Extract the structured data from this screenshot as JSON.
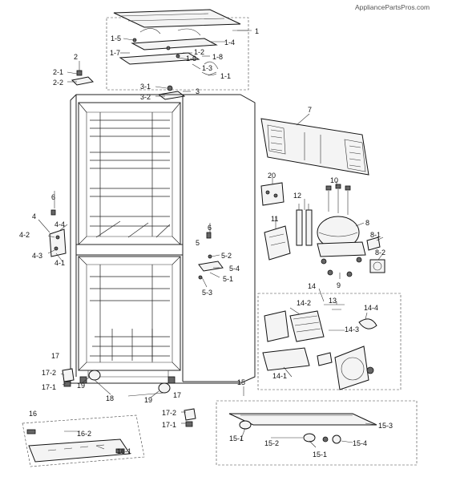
{
  "watermark": "AppliancePartsPros.com",
  "labels": [
    {
      "id": "l1",
      "text": "1"
    },
    {
      "id": "l1_1",
      "text": "1-1"
    },
    {
      "id": "l1_2",
      "text": "1-2"
    },
    {
      "id": "l1_3",
      "text": "1-3"
    },
    {
      "id": "l1_4",
      "text": "1-4"
    },
    {
      "id": "l1_5",
      "text": "1-5"
    },
    {
      "id": "l1_6",
      "text": "1-6"
    },
    {
      "id": "l1_7",
      "text": "1-7"
    },
    {
      "id": "l1_8",
      "text": "1-8"
    },
    {
      "id": "l2",
      "text": "2"
    },
    {
      "id": "l2_1",
      "text": "2-1"
    },
    {
      "id": "l2_2",
      "text": "2-2"
    },
    {
      "id": "l3",
      "text": "3"
    },
    {
      "id": "l3_1",
      "text": "3-1"
    },
    {
      "id": "l3_2",
      "text": "3-2"
    },
    {
      "id": "l4",
      "text": "4"
    },
    {
      "id": "l4_1",
      "text": "4-1"
    },
    {
      "id": "l4_2",
      "text": "4-2"
    },
    {
      "id": "l4_3",
      "text": "4-3"
    },
    {
      "id": "l4_4",
      "text": "4-4"
    },
    {
      "id": "l5",
      "text": "5"
    },
    {
      "id": "l5_1",
      "text": "5-1"
    },
    {
      "id": "l5_2",
      "text": "5-2"
    },
    {
      "id": "l5_3",
      "text": "5-3"
    },
    {
      "id": "l5_4",
      "text": "5-4"
    },
    {
      "id": "l6a",
      "text": "6"
    },
    {
      "id": "l6b",
      "text": "6"
    },
    {
      "id": "l7",
      "text": "7"
    },
    {
      "id": "l8",
      "text": "8"
    },
    {
      "id": "l8_1",
      "text": "8-1"
    },
    {
      "id": "l8_2",
      "text": "8-2"
    },
    {
      "id": "l9",
      "text": "9"
    },
    {
      "id": "l10",
      "text": "10"
    },
    {
      "id": "l11",
      "text": "11"
    },
    {
      "id": "l12",
      "text": "12"
    },
    {
      "id": "l13",
      "text": "13"
    },
    {
      "id": "l14",
      "text": "14"
    },
    {
      "id": "l14_1",
      "text": "14-1"
    },
    {
      "id": "l14_2",
      "text": "14-2"
    },
    {
      "id": "l14_3",
      "text": "14-3"
    },
    {
      "id": "l14_4",
      "text": "14-4"
    },
    {
      "id": "l15",
      "text": "15"
    },
    {
      "id": "l15_1a",
      "text": "15-1"
    },
    {
      "id": "l15_1b",
      "text": "15-1"
    },
    {
      "id": "l15_2",
      "text": "15-2"
    },
    {
      "id": "l15_3",
      "text": "15-3"
    },
    {
      "id": "l15_4",
      "text": "15-4"
    },
    {
      "id": "l16",
      "text": "16"
    },
    {
      "id": "l16_1",
      "text": "16-1"
    },
    {
      "id": "l16_2",
      "text": "16-2"
    },
    {
      "id": "l17a",
      "text": "17"
    },
    {
      "id": "l17_1a",
      "text": "17-1"
    },
    {
      "id": "l17_2a",
      "text": "17-2"
    },
    {
      "id": "l17b",
      "text": "17"
    },
    {
      "id": "l17_1b",
      "text": "17-1"
    },
    {
      "id": "l17_2b",
      "text": "17-2"
    },
    {
      "id": "l18",
      "text": "18"
    },
    {
      "id": "l19a",
      "text": "19"
    },
    {
      "id": "l19b",
      "text": "19"
    },
    {
      "id": "l20",
      "text": "20"
    }
  ]
}
